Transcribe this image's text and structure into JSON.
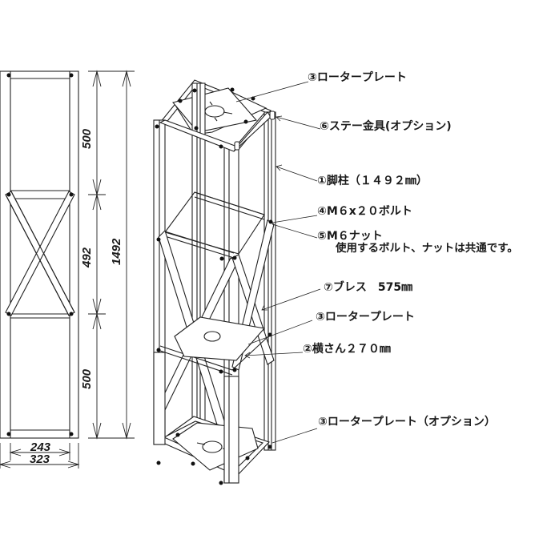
{
  "diagram": {
    "type": "technical-drawing",
    "subject": "square truss tower",
    "side_view": {
      "dimensions": {
        "upper_section": "500",
        "middle_section": "492",
        "lower_section": "500",
        "total_height": "1492",
        "inner_width": "243",
        "outer_width": "323"
      }
    },
    "callouts": [
      {
        "id": "rotor-plate-top",
        "text": "③ローター​プレート"
      },
      {
        "id": "stay-bracket",
        "text": "⑥ステー金具(オプション)"
      },
      {
        "id": "leg-post",
        "text": "①脚柱（１４９２㎜）"
      },
      {
        "id": "bolt",
        "text": "④M６x２０ボルト"
      },
      {
        "id": "nut",
        "text": "⑤M６ナット"
      },
      {
        "id": "note",
        "text": "使用するボルト、ナットは共通です。"
      },
      {
        "id": "brace",
        "text": "⑦ブレス　575㎜"
      },
      {
        "id": "rotor-plate-mid",
        "text": "③ローター​プレート"
      },
      {
        "id": "crossbar",
        "text": "②横さん２７０㎜"
      },
      {
        "id": "rotor-plate-bottom",
        "text": "③ローター​プレート（オプション）"
      }
    ],
    "colors": {
      "line": "#222222",
      "background": "#ffffff"
    }
  }
}
